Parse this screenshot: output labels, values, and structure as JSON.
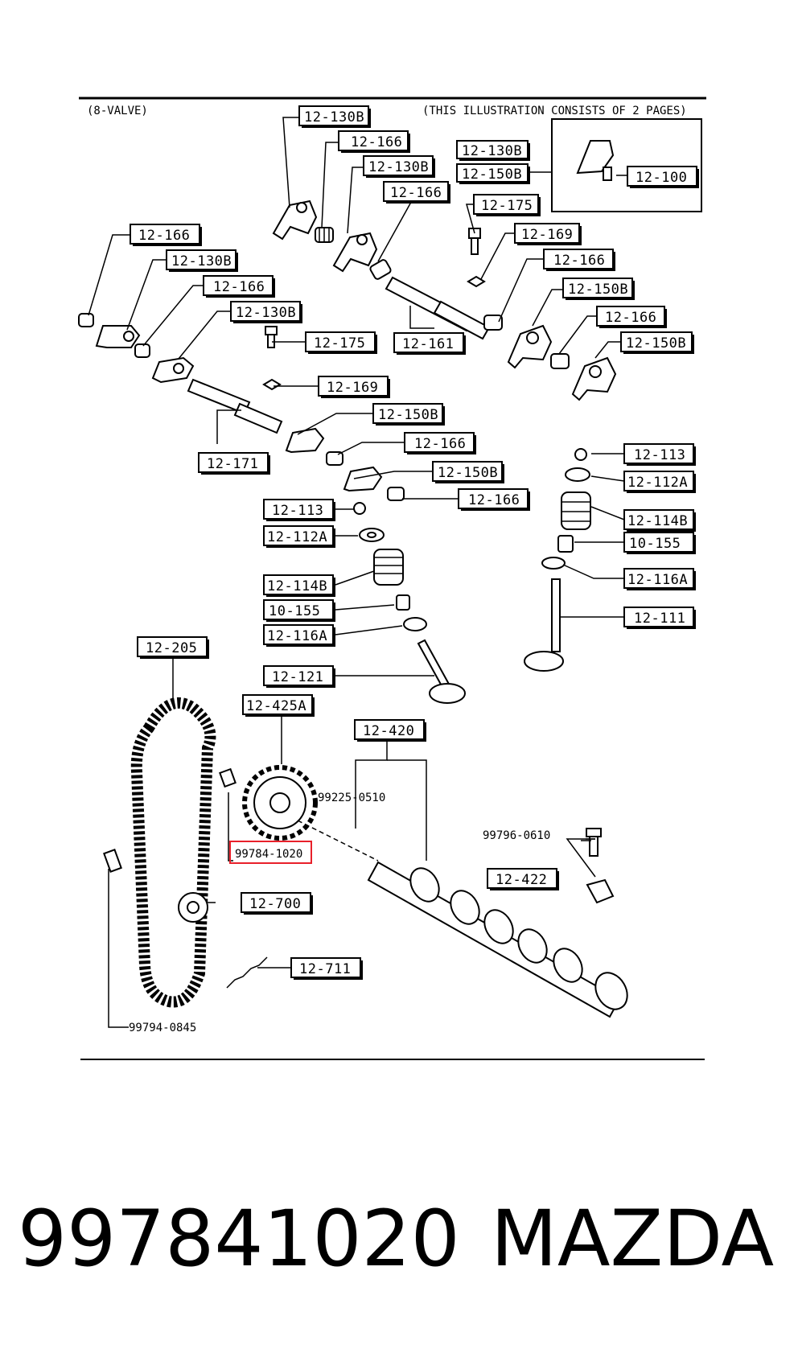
{
  "header": {
    "variant": "(8-VALVE)",
    "note": "(THIS ILLUSTRATION CONSISTS OF  2 PAGES)"
  },
  "callouts": {
    "c1": "12-130B",
    "c2": "12-166",
    "c3": "12-130B",
    "c4": "12-166",
    "c5": "12-130B",
    "c6": "12-150B",
    "c7": "12-100",
    "c8": "12-175",
    "c9": "12-169",
    "c10": "12-166",
    "c11": "12-150B",
    "c12": "12-166",
    "c13": "12-150B",
    "c14": "12-161",
    "c15": "12-166",
    "c16": "12-130B",
    "c17": "12-166",
    "c18": "12-130B",
    "c19": "12-175",
    "c20": "12-169",
    "c21": "12-150B",
    "c22": "12-166",
    "c23": "12-171",
    "c24": "12-150B",
    "c25": "12-166",
    "c26": "12-113",
    "c27": "12-112A",
    "c28": "12-114B",
    "c29": "10-155",
    "c30": "12-116A",
    "c31": "12-121",
    "c32": "12-113",
    "c33": "12-112A",
    "c34": "12-114B",
    "c35": "10-155",
    "c36": "12-116A",
    "c37": "12-111",
    "c38": "12-205",
    "c39": "12-425A",
    "c40": "12-420",
    "c41": "12-422",
    "c42": "12-700",
    "c43": "12-711"
  },
  "plain_labels": {
    "p1": "99225-0510",
    "p2": "99796-0610",
    "p3": "99784-1020",
    "p4": "99794-0845"
  },
  "highlight": {
    "part": "99784-1020",
    "color": "#e8202a"
  },
  "caption": {
    "part_number": "997841020",
    "brand": "MAZDA"
  }
}
